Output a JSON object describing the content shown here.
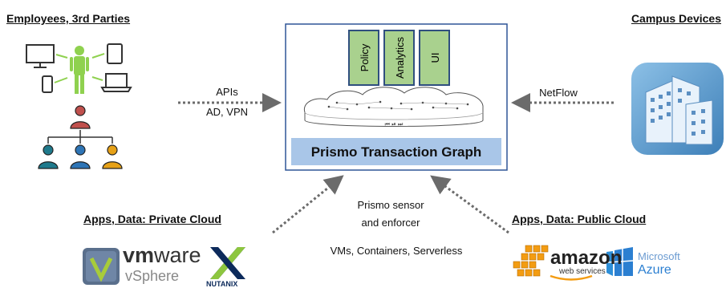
{
  "headings": {
    "employees": "Employees, 3rd Parties",
    "campus": "Campus Devices",
    "private_cloud": "Apps, Data: Private Cloud",
    "public_cloud": "Apps, Data: Public Cloud"
  },
  "modules": [
    "Policy",
    "Analytics",
    "UI"
  ],
  "graph_title": "Prismo Transaction Graph",
  "player_controls": "⏮ ⏯ ⏭",
  "labels": {
    "apis": "APIs",
    "ad_vpn": "AD, VPN",
    "netflow": "NetFlow",
    "sensor_line1": "Prismo sensor",
    "sensor_line2": "and enforcer",
    "workloads": "VMs, Containers, Serverless"
  },
  "logos": {
    "vmware_vm": "vm",
    "vmware_ware": "ware",
    "vsphere": "vSphere",
    "nutanix": "NUTANIX",
    "amazon": "amazon",
    "webservices": "web services",
    "microsoft": "Microsoft",
    "azure": "Azure"
  },
  "colors": {
    "module_fill": "#a9d18e",
    "module_stroke": "#2f4f7f",
    "title_bar": "#a9c6e8",
    "box_border": "#2f5597",
    "arrow": "#6b6b6b",
    "person_green": "#8fd14f",
    "red": "#c0504d",
    "blue": "#2e75b6",
    "orange": "#e6a117",
    "teal": "#1f7a8c"
  }
}
